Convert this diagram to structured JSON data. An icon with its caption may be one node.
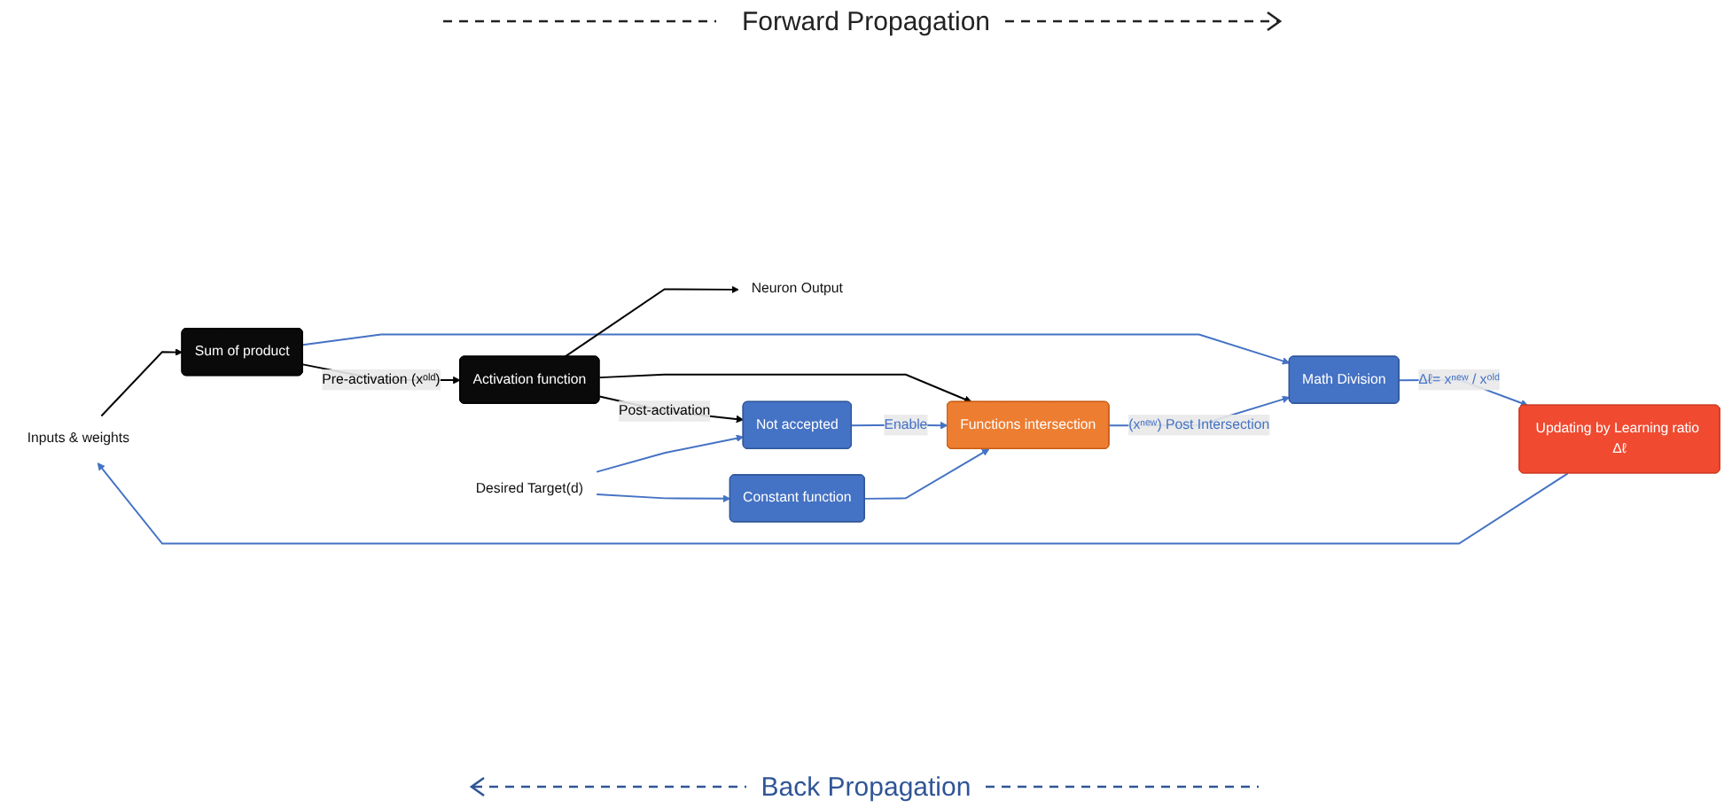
{
  "diagram": {
    "nodes": [
      {
        "text": [
          "Inputs & weights"
        ]
      },
      {
        "text": [
          "Sum of product"
        ]
      },
      {
        "text": [
          "Activation function"
        ]
      },
      {
        "text": [
          "Neuron Output"
        ]
      },
      {
        "text": [
          "Updating by Learning ratio Δℓ"
        ]
      },
      {
        "text": [
          "Math Division"
        ]
      },
      {
        "text": [
          "Functions intersection"
        ]
      },
      {
        "text": [
          "Not accepted"
        ]
      },
      {
        "text": [
          "Constant function"
        ]
      },
      {
        "text": [
          "Desired Target(d)"
        ]
      }
    ],
    "edges": [
      {
        "from": 0,
        "to": 1,
        "arrow": "to",
        "color": "#000000"
      },
      {
        "from": 1,
        "to": 2,
        "arrow": "to",
        "label": "Pre-activation (xᵒˡᵈ)",
        "color": "#000000"
      },
      {
        "from": 1,
        "to": 5,
        "arrow": "to"
      },
      {
        "from": 2,
        "to": 3,
        "arrow": "to",
        "color": "#000000"
      },
      {
        "from": 2,
        "to": 6,
        "arrow": "to",
        "color": "#000000"
      },
      {
        "from": 2,
        "to": 7,
        "arrow": "to",
        "label": "Post-activation",
        "color": "#000000"
      },
      {
        "from": 7,
        "to": 6,
        "arrow": "to",
        "label": "Enable"
      },
      {
        "from": 6,
        "to": 5,
        "arrow": "to",
        "label": "(xⁿᵉʷ) Post Intersection"
      },
      {
        "from": 5,
        "to": 4,
        "arrow": "to",
        "label": "Δℓ= xⁿᵉʷ / xᵒˡᵈ"
      },
      {
        "from": 4,
        "to": 0,
        "arrow": "to"
      },
      {
        "from": 8,
        "to": 6,
        "arrow": "to"
      },
      {
        "from": 9,
        "to": 8,
        "arrow": "to"
      },
      {
        "from": 9,
        "to": 7,
        "arrow": "to"
      }
    ],
    "labels": [
      "Forward Propagation",
      "Back Propagation"
    ]
  }
}
